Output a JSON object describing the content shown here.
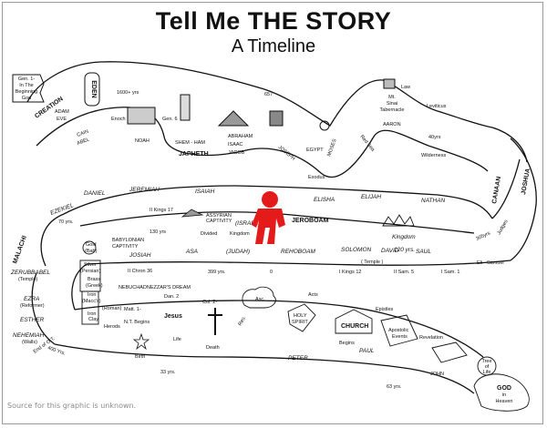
{
  "header": {
    "title": "Tell Me THE STORY",
    "subtitle": "A Timeline"
  },
  "source_note": "Source for this graphic is unknown.",
  "top_band": {
    "gen1": [
      "Gen. 1-",
      "In The",
      "Beginning",
      "God"
    ],
    "creation": "CREATION",
    "adam_eve": [
      "ADAM",
      "EVE"
    ],
    "eden": "EDEN",
    "cain_abel": [
      "CAIN",
      "ABEL"
    ],
    "years_1600": "1600+ yrs",
    "years_657": "657",
    "enoch": "Enoch",
    "noah": "NOAH",
    "gen6": "Gen. 6",
    "shem_ham": "SHEM - HAM",
    "japheth": "JAPHETH",
    "abraham": "ABRAHAM",
    "isaac": "ISAAC",
    "jacob": "JACOB",
    "joseph": "JOSEPH",
    "egypt": "EGYPT",
    "moses": "MOSES",
    "red_sea": "Red Sea",
    "exodus": "Exodus",
    "law": "Law",
    "mt_sinai": [
      "Mt.",
      "Sinai",
      "Tabernacle"
    ],
    "aaron": "AARON",
    "leviticus": "Leviticus",
    "years_40": "40yrs",
    "wilderness": "Wilderness"
  },
  "middle_band": {
    "ezekiel": "EZEKIEL",
    "daniel": "DANIEL",
    "jeremiah": "JEREMIAH",
    "isaiah": "ISAIAH",
    "elisha": "ELISHA",
    "elijah": "ELIJAH",
    "nathan": "NATHAN",
    "kings17": "II Kings 17",
    "assyrian": [
      "ASSYRIAN",
      "CAPTIVITY"
    ],
    "israel": "(ISRAEL)",
    "jeroboam": "JEROBOAM",
    "divided": "Divided",
    "kingdom": "Kingdom",
    "kingdom2": "Kingdom",
    "years_70": "70 yrs.",
    "years_120": "120 yrs.",
    "years_130": "130 yrs",
    "babylonian": [
      "BABYLONIAN",
      "CAPTIVITY"
    ],
    "josiah": "JOSIAH",
    "asa": "ASA",
    "judah": "(JUDAH)",
    "rehoboam": "REHOBOAM",
    "solomon": "SOLOMON",
    "david": "DAVID",
    "saul": "SAUL",
    "years_305": "305yrs",
    "judges": "Judges",
    "canaan": "CANAAN",
    "joshua": "JOSHUA",
    "chron36": "II Chron 36",
    "years_399": "399 yrs.",
    "zero": "0",
    "kings12": "I Kings 12",
    "temple": "( Temple )",
    "sam5": "II Sam. 5",
    "sam1": "I Sam. 1",
    "eli_samuel": "Eli - Samuel",
    "malachi": "MALACHI"
  },
  "lower_band": {
    "zerubbabel": [
      "ZERUBBABEL",
      "(Temple)"
    ],
    "ezra": [
      "EZRA",
      "(Reformer)"
    ],
    "esther": "ESTHER",
    "nehemiah": [
      "NEHEMIAH",
      "(Walls)"
    ],
    "end_ot": "End of O.T.",
    "years_400": "400 Yrs.",
    "gold": [
      "Gold",
      "(Bab)"
    ],
    "silver": [
      "Silver",
      "(Persian)"
    ],
    "brass": [
      "Brass",
      "(Greek)"
    ],
    "iron": [
      "Iron",
      "(Macc's)"
    ],
    "iron_clay": [
      "Iron",
      "Clay"
    ],
    "roman": "(Roman)",
    "herods": "Herods",
    "dream": "NEBUCHADNEZZAR'S DREAM",
    "dan2": "Dan. 2",
    "matt1": "Matt. 1-",
    "nt_begins": "N.T. Begins",
    "jesus": "Jesus",
    "birth": "Birth",
    "life": "Life",
    "years_33": "33 yrs.",
    "col2": "Col. 2-",
    "death": "Death",
    "res": "Res.",
    "asc": "Asc.",
    "acts": "Acts",
    "holy_spirit": [
      "HOLY",
      "SPIRIT"
    ],
    "church": "CHURCH",
    "begins": "Begins",
    "epistles": "Epistles",
    "peter": "PETER",
    "paul": "PAUL",
    "apostolic": [
      "Apostolic",
      "Events"
    ],
    "revelation": "Revelation",
    "john": "JOHN",
    "years_63": "63 yrs.",
    "tree_of_life": [
      "Tree",
      "of",
      "Life"
    ],
    "god_in_heaven": [
      "GOD",
      "in",
      "Heaven"
    ]
  },
  "colors": {
    "marker": "#e31b1b",
    "ink": "#111111",
    "frame": "#9a9a9a"
  }
}
